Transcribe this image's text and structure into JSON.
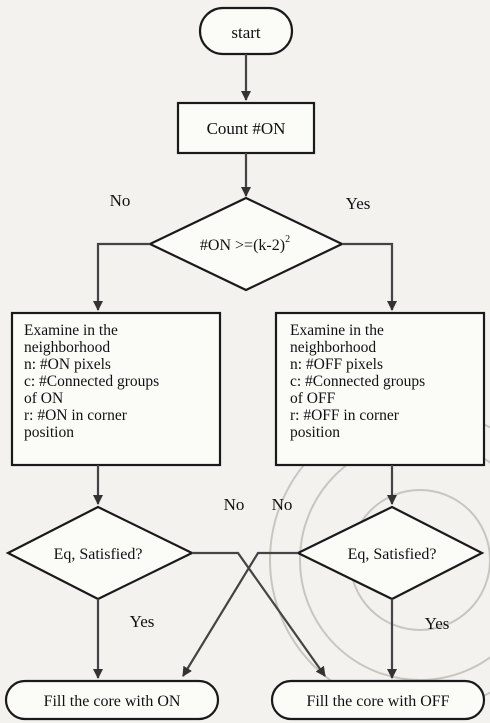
{
  "nodes": {
    "start": "start",
    "count": "Count #ON",
    "decision1": "#ON >=(k-2)",
    "decision1_exp": "2",
    "examine_on": [
      "Examine in the",
      "neighborhood",
      "n: #ON pixels",
      "c: #Connected groups",
      "of ON",
      "r: #ON in corner",
      "position"
    ],
    "examine_off": [
      "Examine in the",
      "neighborhood",
      "n: #OFF pixels",
      "c: #Connected groups",
      "of OFF",
      "r: #OFF in corner",
      "position"
    ],
    "decision_left": "Eq, Satisfied?",
    "decision_right": "Eq, Satisfied?",
    "fill_on": "Fill the core with ON",
    "fill_off": "Fill the core with OFF"
  },
  "edge_labels": {
    "d1_no": "No",
    "d1_yes": "Yes",
    "left_no": "No",
    "right_no": "No",
    "left_yes": "Yes",
    "right_yes": "Yes"
  }
}
